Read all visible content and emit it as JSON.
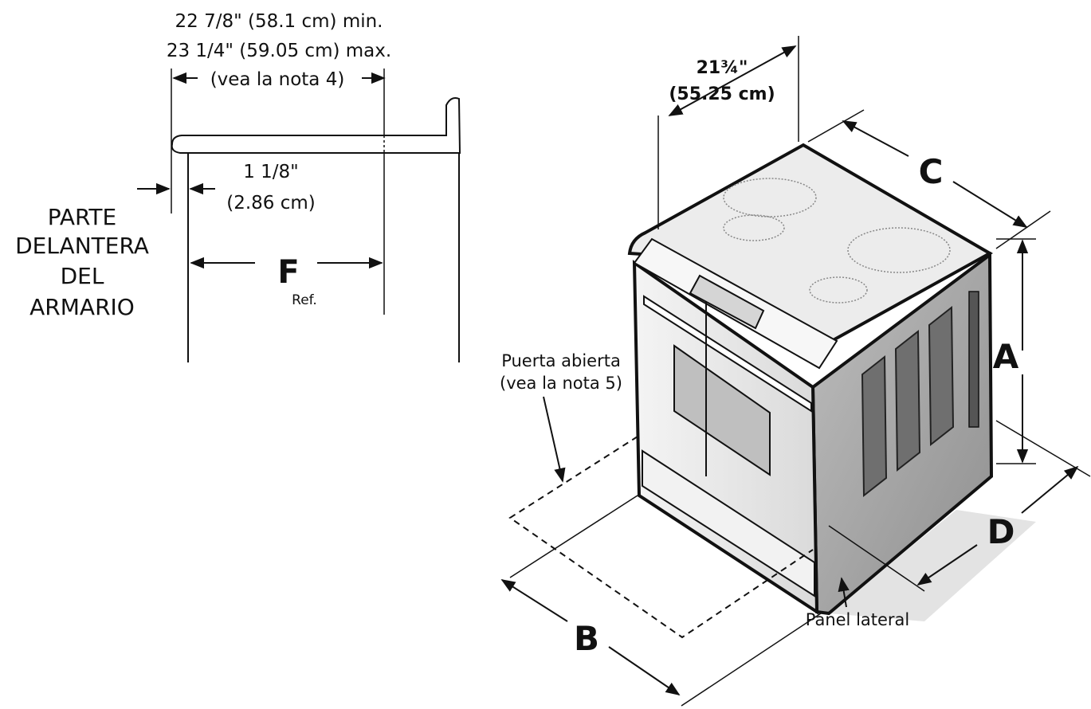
{
  "countertop": {
    "width_min": "22 7/8\" (58.1 cm) min.",
    "width_max": "23 1/4\" (59.05 cm) max.",
    "note_4": "(vea la nota 4)",
    "overhang": "1 1/8\"",
    "overhang_cm": "(2.86 cm)",
    "cabinet_front": [
      "PARTE",
      "DELANTERA",
      "DEL",
      "ARMARIO"
    ],
    "dim_f": "F",
    "dim_f_ref": "Ref."
  },
  "range": {
    "depth": "21¾\"",
    "depth_cm": "(55.25 cm)",
    "dim_a": "A",
    "dim_b": "B",
    "dim_c": "C",
    "dim_d": "D",
    "door_open": "Puerta abierta",
    "note_5": "(vea la nota 5)",
    "side_panel": "Panel lateral"
  },
  "colors": {
    "ink": "#111111",
    "shade": "#c8c8c8",
    "steel": "#e6e6e6"
  }
}
